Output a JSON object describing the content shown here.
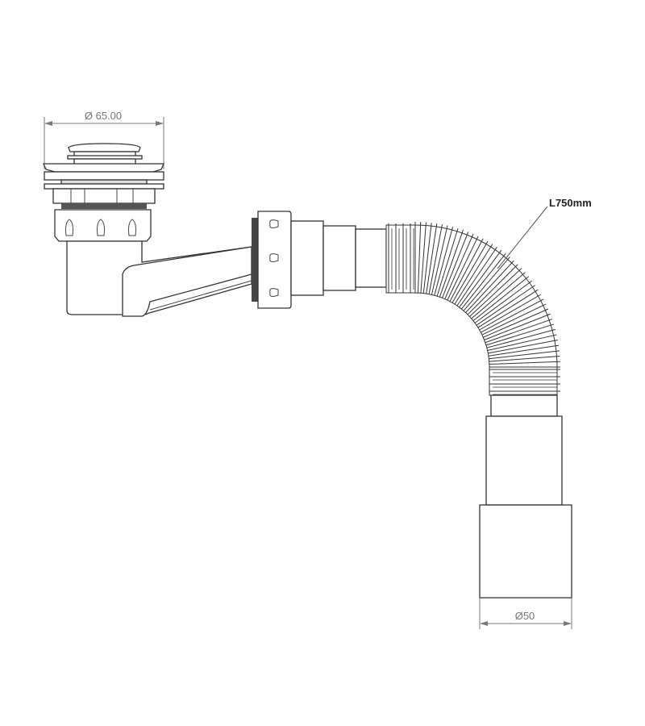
{
  "diagram": {
    "dimension_top": "Ø 65.00",
    "dimension_bottom": "Ø50",
    "hose_length_label": "L750mm"
  },
  "colors": {
    "line": "#333333",
    "dimension": "#777777",
    "background": "#ffffff"
  }
}
